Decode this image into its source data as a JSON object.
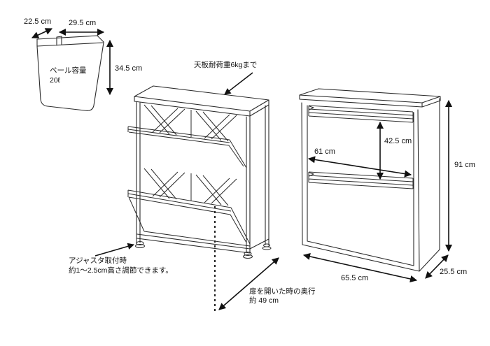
{
  "diagram": {
    "kind": "furniture-dimension-diagram",
    "colors": {
      "line": "#2b2b2b",
      "arrow": "#111111",
      "background": "#ffffff"
    },
    "pail": {
      "capacity_line1": "ペール容量",
      "capacity_line2": "20ℓ",
      "depth": "22.5 cm",
      "width": "29.5 cm",
      "height": "34.5 cm"
    },
    "perspective_view": {
      "top_load_note": "天板耐荷重6kgまで",
      "adjuster_note_line1": "アジャスタ取付時",
      "adjuster_note_line2": "約1〜2.5cm高さ調節できます。",
      "open_depth_note_line1": "扉を開いた時の奥行",
      "open_depth_note_line2": "約 49 cm"
    },
    "front_view": {
      "inner_width": "61 cm",
      "inner_height": "42.5 cm",
      "height": "91 cm",
      "width": "65.5 cm",
      "depth": "25.5 cm"
    }
  }
}
